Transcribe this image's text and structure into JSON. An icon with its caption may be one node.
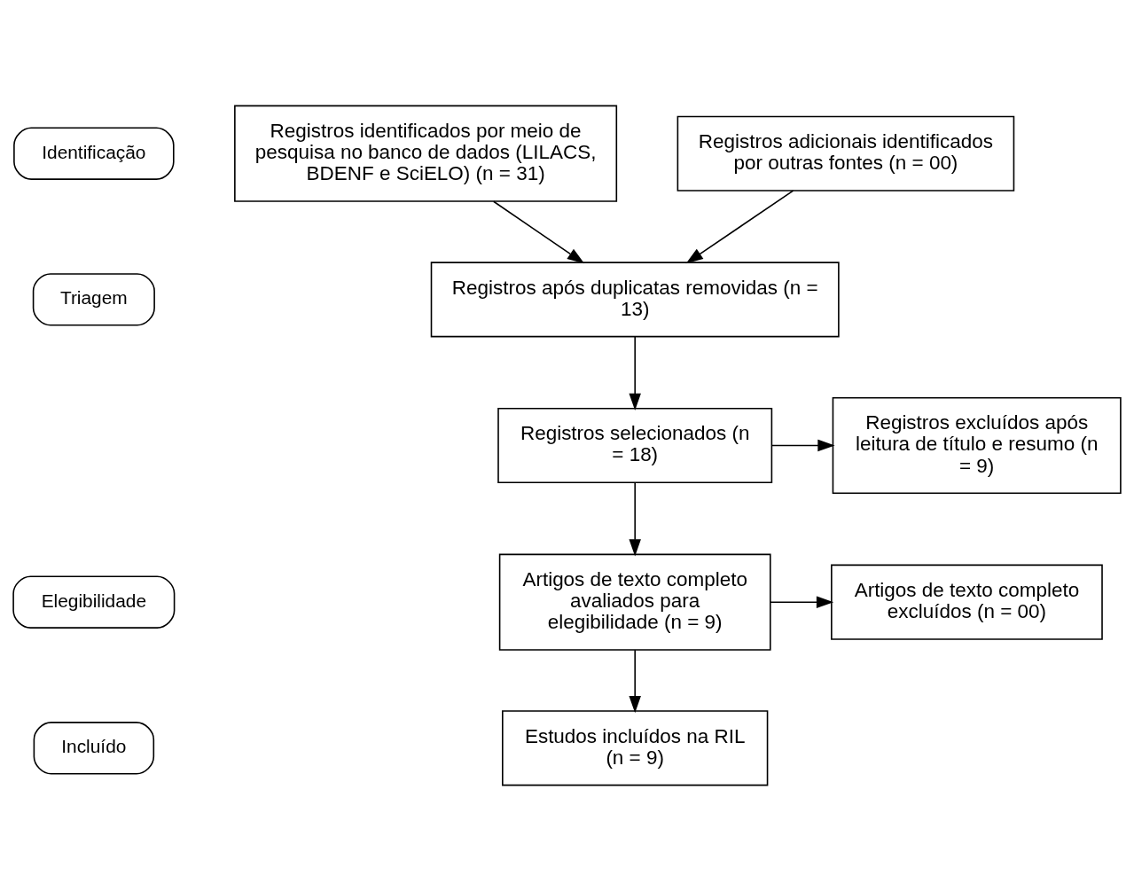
{
  "diagram": {
    "nodes": [
      {
        "text": [
          "Identificação"
        ]
      },
      {
        "text": [
          "Triagem"
        ]
      },
      {
        "text": [
          "Elegibilidade"
        ]
      },
      {
        "text": [
          "Incluído"
        ]
      },
      {
        "text": [
          "Registros identificados por meio de pesquisa no banco de dados (LILACS, BDENF e SciELO) (n = 31)"
        ]
      },
      {
        "text": [
          "Registros adicionais identificados por outras fontes (n = 00)"
        ]
      },
      {
        "text": [
          "Registros após duplicatas removidas (n = 13)"
        ]
      },
      {
        "text": [
          "Registros selecionados (n = 18)"
        ]
      },
      {
        "text": [
          "Registros excluídos após leitura de título e resumo (n = 9)"
        ]
      },
      {
        "text": [
          "Artigos de texto completo avaliados para elegibilidade (n = 9)"
        ]
      },
      {
        "text": [
          "Artigos de texto completo excluídos (n = 00)"
        ]
      },
      {
        "text": [
          "Estudos incluídos na RIL (n = 9)"
        ]
      }
    ],
    "edges": [
      {
        "from": 4,
        "to": 6,
        "arrow": "to"
      },
      {
        "from": 5,
        "to": 6,
        "arrow": "to"
      },
      {
        "from": 6,
        "to": 7,
        "arrow": "to"
      },
      {
        "from": 7,
        "to": 8,
        "arrow": "to"
      },
      {
        "from": 7,
        "to": 9,
        "arrow": "to"
      },
      {
        "from": 9,
        "to": 10,
        "arrow": "to"
      },
      {
        "from": 9,
        "to": 11,
        "arrow": "to"
      }
    ]
  }
}
